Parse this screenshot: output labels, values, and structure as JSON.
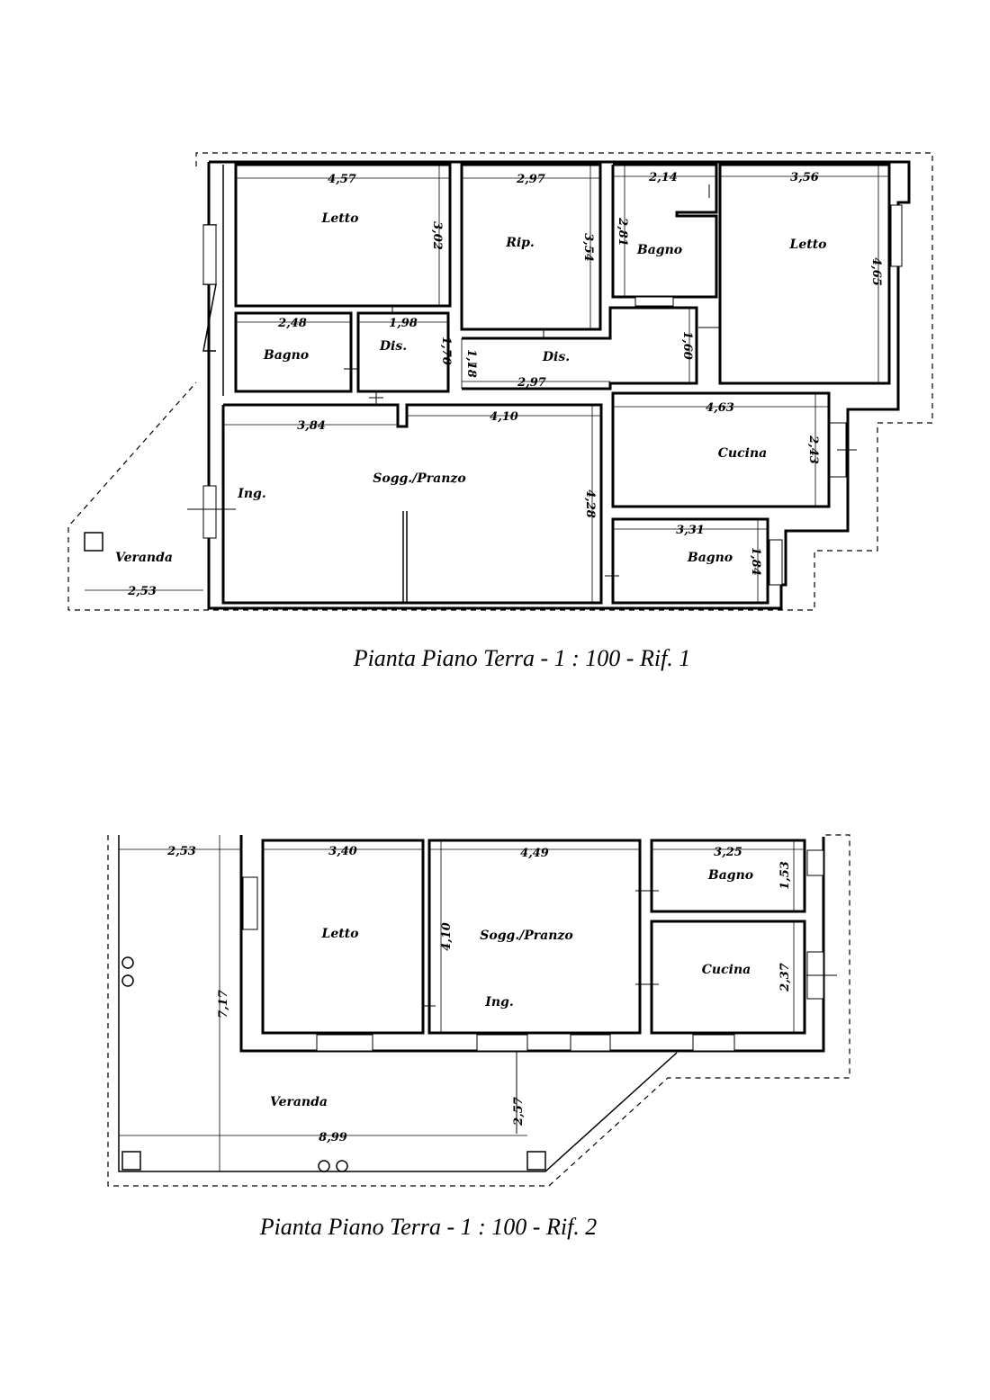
{
  "plan1": {
    "caption": "Pianta  Piano Terra - 1 : 100 - Rif. 1",
    "rooms": [
      {
        "label": "Letto"
      },
      {
        "label": "Rip."
      },
      {
        "label": "Bagno"
      },
      {
        "label": "Letto"
      },
      {
        "label": "Bagno"
      },
      {
        "label": "Dis."
      },
      {
        "label": "Dis."
      },
      {
        "label": "Sogg./Pranzo"
      },
      {
        "label": "Ing."
      },
      {
        "label": "Cucina"
      },
      {
        "label": "Bagno"
      },
      {
        "label": "Veranda"
      }
    ],
    "dimensions": [
      "4,57",
      "3,02",
      "2,97",
      "3,54",
      "2,14",
      "2,81",
      "3,56",
      "4,65",
      "2,48",
      "1,98",
      "1,70",
      "1,18",
      "2,97",
      "1,60",
      "3,84",
      "4,10",
      "4,28",
      "4,63",
      "2,43",
      "3,31",
      "1,84",
      "2,53"
    ]
  },
  "plan2": {
    "caption": "Pianta  Piano Terra - 1 : 100 - Rif. 2",
    "rooms": [
      {
        "label": "Letto"
      },
      {
        "label": "Sogg./Pranzo"
      },
      {
        "label": "Ing."
      },
      {
        "label": "Bagno"
      },
      {
        "label": "Cucina"
      },
      {
        "label": "Veranda"
      }
    ],
    "dimensions": [
      "2,53",
      "3,40",
      "4,49",
      "3,25",
      "1,53",
      "4,10",
      "2,37",
      "7,17",
      "2,57",
      "8,99"
    ]
  }
}
